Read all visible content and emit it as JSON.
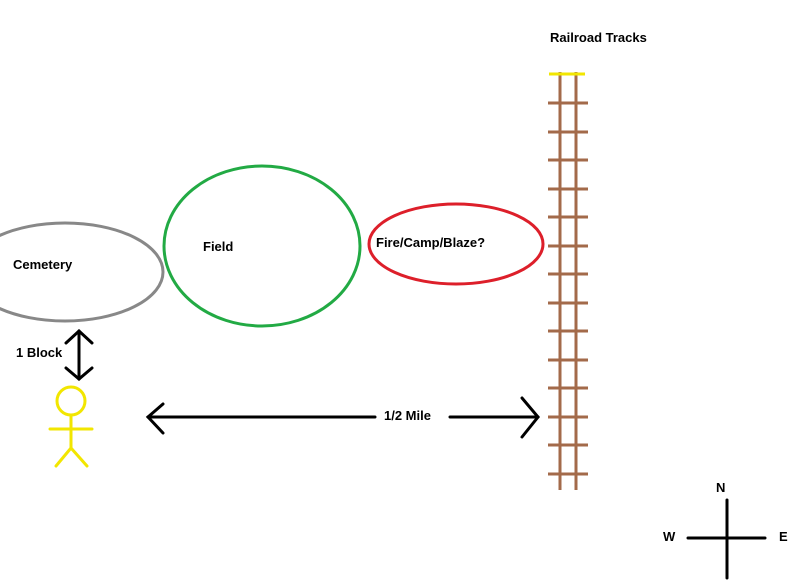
{
  "labels": {
    "railroad": "Railroad Tracks",
    "field": "Field",
    "cemetery": "Cemetery",
    "fire": "Fire/Camp/Blaze?",
    "block": "1 Block",
    "distance": "1/2 Mile"
  },
  "compass": {
    "north": "N",
    "south_west": "W",
    "east": "E"
  },
  "colors": {
    "cemetery": "#888888",
    "field": "#22aa44",
    "fire": "#dd1f2a",
    "rails": "#a36a4a",
    "person": "#f2e600",
    "ink": "#000000"
  }
}
